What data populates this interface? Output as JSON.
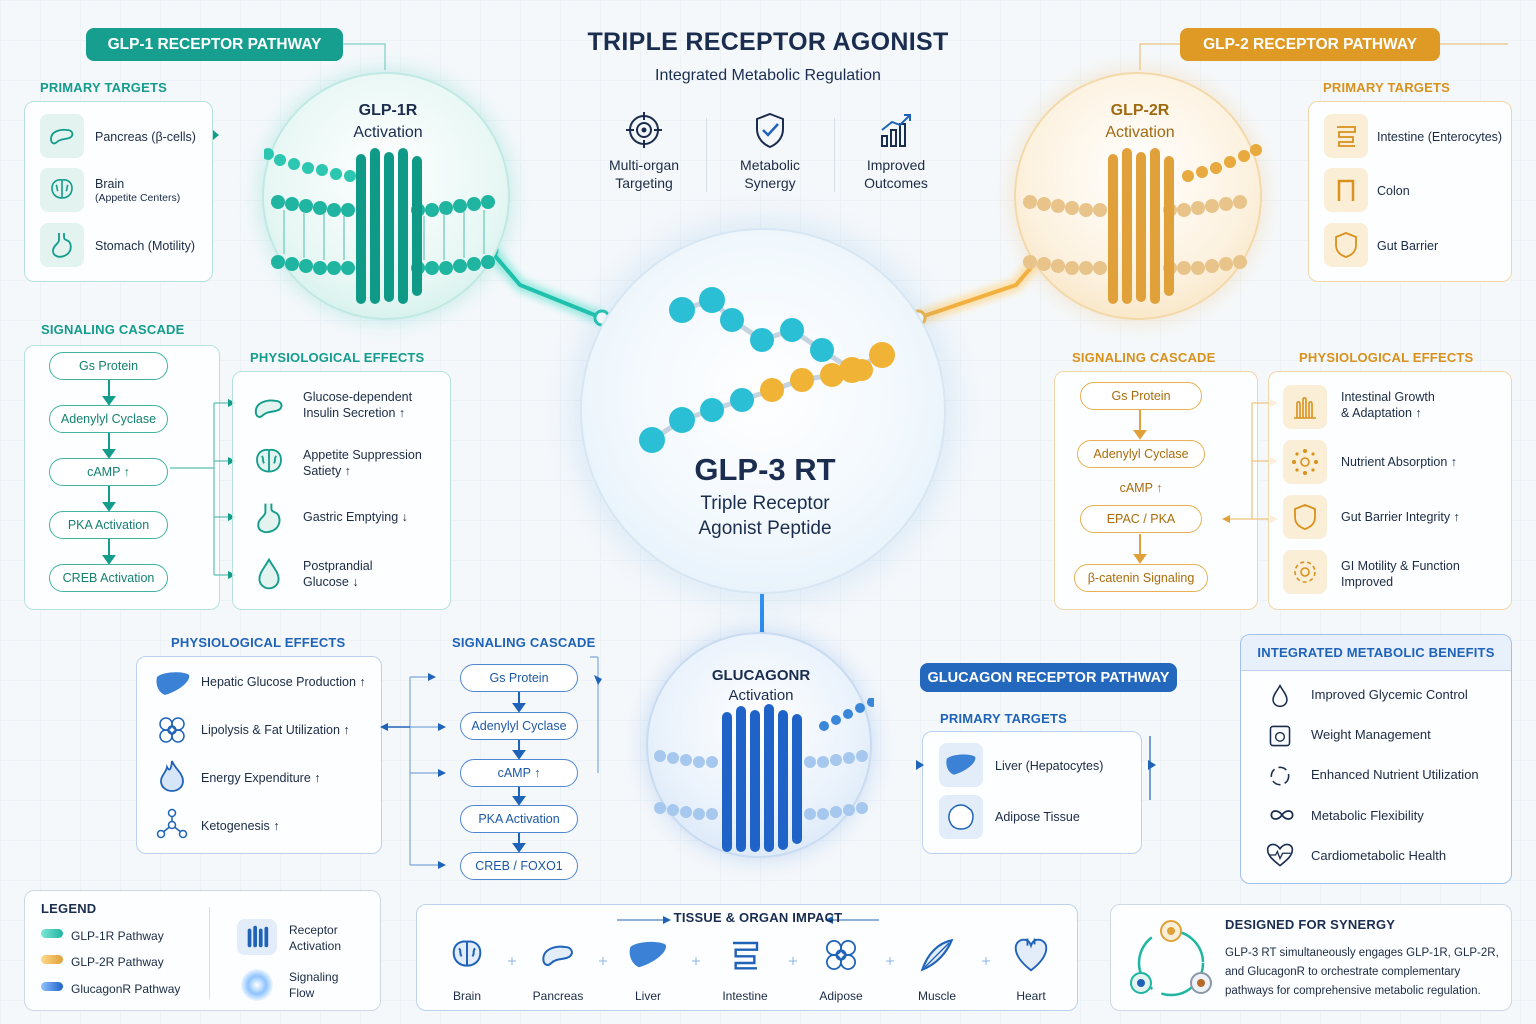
{
  "title": "TRIPLE RECEPTOR AGONIST",
  "subtitle": "Integrated Metabolic Regulation",
  "features": [
    {
      "icon": "target-icon",
      "line1": "Multi-organ",
      "line2": "Targeting"
    },
    {
      "icon": "shield-check-icon",
      "line1": "Metabolic",
      "line2": "Synergy"
    },
    {
      "icon": "growth-chart-icon",
      "line1": "Improved",
      "line2": "Outcomes"
    }
  ],
  "center": {
    "name": "GLP-3 RT",
    "line1": "Triple Receptor",
    "line2": "Agonist Peptide"
  },
  "glp1": {
    "pathway": "GLP-1 RECEPTOR PATHWAY",
    "activation_1": "GLP-1R",
    "activation_2": "Activation",
    "targets_header": "PRIMARY TARGETS",
    "targets": [
      "Pancreas (β-cells)",
      "Brain",
      "(Appetite Centers)",
      "Stomach (Motility)"
    ],
    "cascade_header": "SIGNALING CASCADE",
    "cascade": [
      "Gs Protein",
      "Adenylyl Cyclase",
      "cAMP ↑",
      "PKA Activation",
      "CREB Activation"
    ],
    "effects_header": "PHYSIOLOGICAL EFFECTS",
    "effects": [
      {
        "l1": "Glucose-dependent",
        "l2": "Insulin Secretion ↑"
      },
      {
        "l1": "Appetite Suppression",
        "l2": "Satiety ↑"
      },
      {
        "l1": "Gastric Emptying ↓",
        "l2": ""
      },
      {
        "l1": "Postprandial",
        "l2": "Glucose ↓"
      }
    ]
  },
  "glp2": {
    "pathway": "GLP-2 RECEPTOR PATHWAY",
    "activation_1": "GLP-2R",
    "activation_2": "Activation",
    "targets_header": "PRIMARY TARGETS",
    "targets": [
      "Intestine (Enterocytes)",
      "Colon",
      "Gut Barrier"
    ],
    "cascade_header": "SIGNALING CASCADE",
    "cascade": [
      "Gs Protein",
      "Adenylyl Cyclase",
      "cAMP ↑",
      "EPAC / PKA",
      "β-catenin Signaling"
    ],
    "effects_header": "PHYSIOLOGICAL EFFECTS",
    "effects": [
      {
        "l1": "Intestinal Growth",
        "l2": "& Adaptation ↑"
      },
      {
        "l1": "Nutrient Absorption ↑",
        "l2": ""
      },
      {
        "l1": "Gut Barrier Integrity ↑",
        "l2": ""
      },
      {
        "l1": "GI Motility & Function",
        "l2": "Improved"
      }
    ]
  },
  "gcgr": {
    "pathway": "GLUCAGON RECEPTOR PATHWAY",
    "activation_1": "GLUCAGONR",
    "activation_2": "Activation",
    "targets_header": "PRIMARY TARGETS",
    "targets": [
      "Liver (Hepatocytes)",
      "Adipose Tissue"
    ],
    "cascade_header": "SIGNALING CASCADE",
    "cascade": [
      "Gs Protein",
      "Adenylyl Cyclase",
      "cAMP ↑",
      "PKA Activation",
      "CREB / FOXO1"
    ],
    "effects_header": "PHYSIOLOGICAL EFFECTS",
    "effects": [
      "Hepatic Glucose Production ↑",
      "Lipolysis & Fat Utilization ↑",
      "Energy Expenditure ↑",
      "Ketogenesis ↑"
    ]
  },
  "benefits": {
    "header": "INTEGRATED METABOLIC BENEFITS",
    "items": [
      "Improved Glycemic Control",
      "Weight Management",
      "Enhanced Nutrient Utilization",
      "Metabolic Flexibility",
      "Cardiometabolic Health"
    ]
  },
  "legend": {
    "header": "LEGEND",
    "items": [
      "GLP-1R Pathway",
      "GLP-2R Pathway",
      "GlucagonR Pathway"
    ],
    "receptor_1": "Receptor",
    "receptor_2": "Activation",
    "signal_1": "Signaling",
    "signal_2": "Flow"
  },
  "tissue": {
    "header": "TISSUE & ORGAN IMPACT",
    "items": [
      "Brain",
      "Pancreas",
      "Liver",
      "Intestine",
      "Adipose",
      "Muscle",
      "Heart"
    ]
  },
  "synergy": {
    "header": "DESIGNED FOR SYNERGY",
    "lines": [
      "GLP-3 RT simultaneously engages GLP-1R, GLP-2R,",
      "and GlucagonR to orchestrate complementary",
      "pathways for comprehensive metabolic regulation."
    ]
  },
  "colors": {
    "teal": "#14a595",
    "gold": "#e0a03a",
    "blue": "#1f63b8",
    "navy": "#1b2d4f"
  }
}
